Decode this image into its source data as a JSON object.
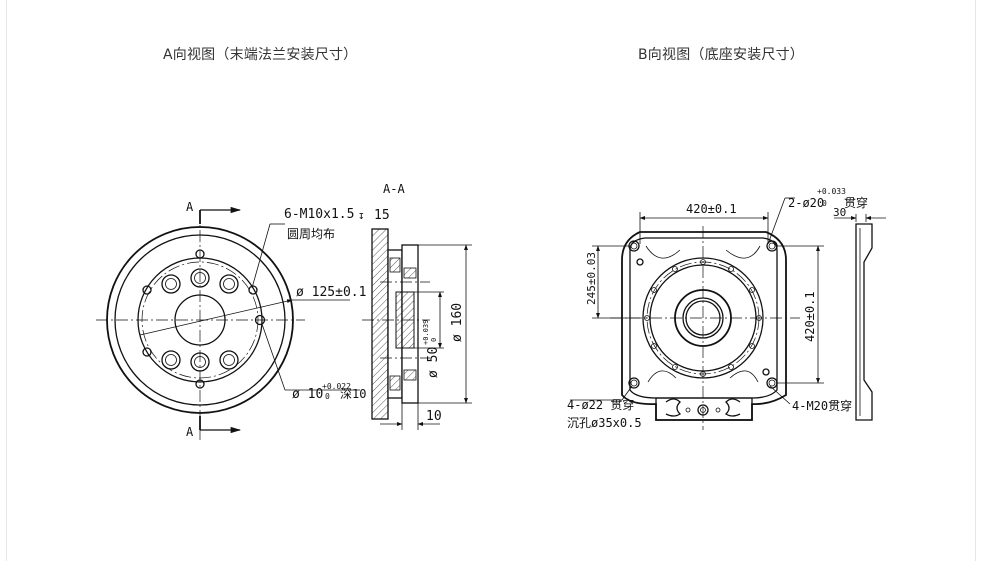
{
  "titles": {
    "view_a": "A向视图（末端法兰安装尺寸）",
    "view_b": "B向视图（底座安装尺寸）"
  },
  "view_a": {
    "section_mark": "A",
    "section_title": "A-A",
    "tapped_holes": "6-M10x1.5",
    "tapped_depth_symbol": "↧",
    "tapped_depth": "15",
    "tapped_note": "圆周均布",
    "pcd": "ø 125±0.1",
    "pin_hole": "ø 10",
    "pin_tol_upper": "+0.022",
    "pin_tol_lower": "0",
    "pin_depth": "深10",
    "pilot_dia": "ø 50",
    "pilot_tol_upper": "+0.039",
    "pilot_tol_lower": "0",
    "outer_dia": "ø 160",
    "flange_thickness": "10"
  },
  "view_b": {
    "width_dim": "420±0.1",
    "height_dim": "420±0.1",
    "offset_dim": "245±0.03",
    "dowel_holes": "2-ø20",
    "dowel_tol_upper": "+0.033",
    "dowel_tol_lower": "0",
    "dowel_note": "贯穿",
    "side_thickness": "30",
    "mount_holes": "4-ø22 贯穿",
    "counterbore": "沉孔ø35x0.5",
    "tapped_holes": "4-M20贯穿"
  }
}
